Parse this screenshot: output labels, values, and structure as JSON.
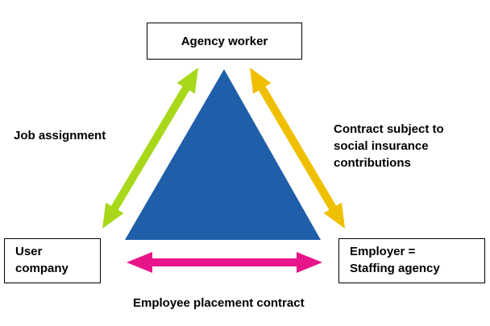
{
  "colors": {
    "triangle": "#1f5ea8",
    "job_assignment_arrow": "#a8d81a",
    "social_contract_arrow": "#f0c000",
    "placement_arrow": "#e8158a",
    "box_border": "#000000",
    "text": "#000000"
  },
  "nodes": {
    "agency_worker": "Agency worker",
    "user_company": [
      "User",
      "company"
    ],
    "employer": [
      "Employer =",
      "Staffing agency"
    ]
  },
  "relations": {
    "job_assignment": "Job assignment",
    "social_contract": [
      "Contract subject to",
      "social insurance",
      "contributions"
    ],
    "placement_contract": "Employee placement contract"
  }
}
